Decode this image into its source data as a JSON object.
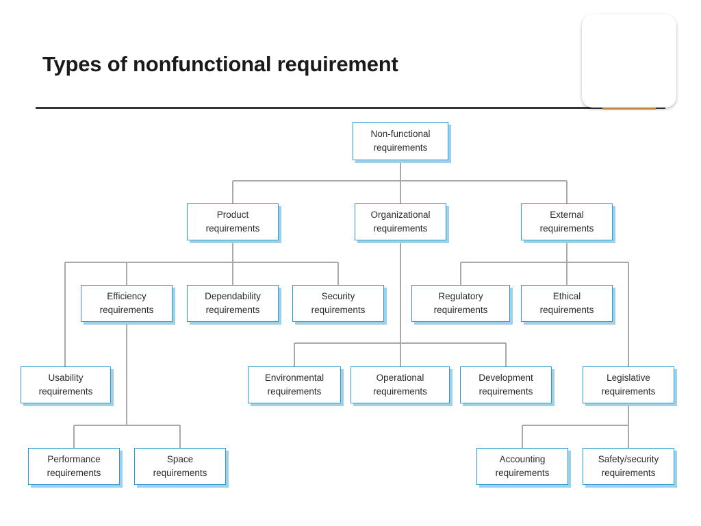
{
  "title": "Types of nonfunctional requirement",
  "colors": {
    "box_border": "#2b9ad3",
    "box_shadow": "#9fd0ea",
    "connector": "#a9a9a9",
    "rule": "#333333",
    "accent": "#e8a13a"
  },
  "nodes": {
    "nonfunctional": {
      "line1": "Non-functional",
      "line2": "requirements"
    },
    "product": {
      "line1": "Product",
      "line2": "requirements"
    },
    "organizational": {
      "line1": "Organizational",
      "line2": "requirements"
    },
    "external": {
      "line1": "External",
      "line2": "requirements"
    },
    "efficiency": {
      "line1": "Efficiency",
      "line2": "requirements"
    },
    "dependability": {
      "line1": "Dependability",
      "line2": "requirements"
    },
    "security": {
      "line1": "Security",
      "line2": "requirements"
    },
    "regulatory": {
      "line1": "Regulatory",
      "line2": "requirements"
    },
    "ethical": {
      "line1": "Ethical",
      "line2": "requirements"
    },
    "usability": {
      "line1": "Usability",
      "line2": "requirements"
    },
    "environmental": {
      "line1": "Environmental",
      "line2": "requirements"
    },
    "operational": {
      "line1": "Operational",
      "line2": "requirements"
    },
    "development": {
      "line1": "Development",
      "line2": "requirements"
    },
    "legislative": {
      "line1": "Legislative",
      "line2": "requirements"
    },
    "performance": {
      "line1": "Performance",
      "line2": "requirements"
    },
    "space": {
      "line1": "Space",
      "line2": "requirements"
    },
    "accounting": {
      "line1": "Accounting",
      "line2": "requirements"
    },
    "safety_security": {
      "line1": "Safety/security",
      "line2": "requirements"
    }
  }
}
